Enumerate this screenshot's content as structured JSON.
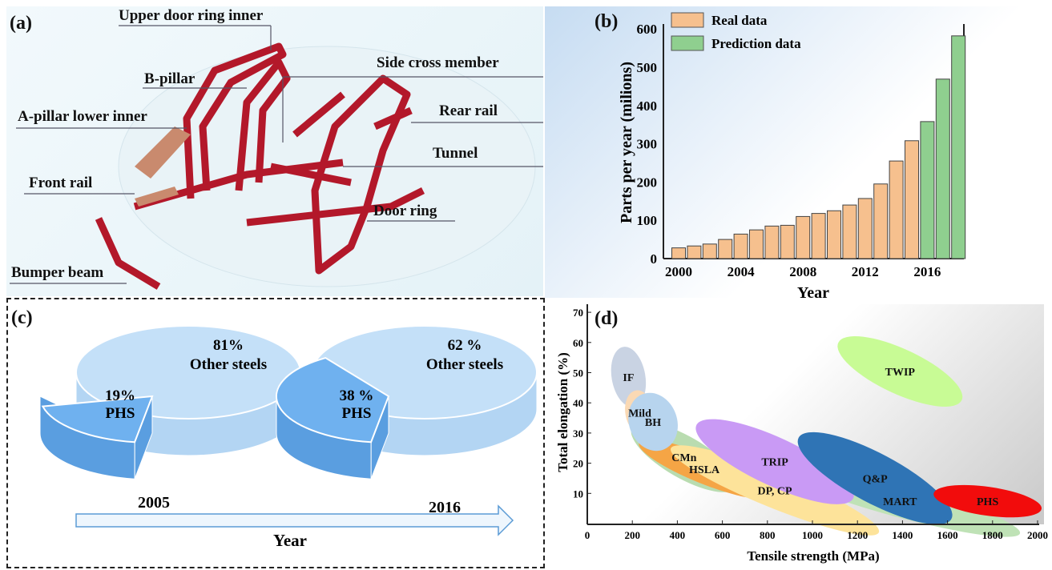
{
  "panel_a": {
    "tag": "(a)",
    "labels": [
      "Upper door ring inner",
      "B-pillar",
      "A-pillar lower inner",
      "Side cross member",
      "Rear rail",
      "Tunnel",
      "Front rail",
      "Door ring",
      "Bumper beam"
    ]
  },
  "chart_data": [
    {
      "type": "bar",
      "tag": "(b)",
      "xlabel": "Year",
      "ylabel": "Parts per year (milions)",
      "ylim": [
        0,
        600
      ],
      "yticks": [
        "0",
        "100",
        "200",
        "300",
        "400",
        "500",
        "600"
      ],
      "xticks": [
        "2000",
        "2004",
        "2008",
        "2012",
        "2016"
      ],
      "categories": [
        2000,
        2001,
        2002,
        2003,
        2004,
        2005,
        2006,
        2007,
        2008,
        2009,
        2010,
        2011,
        2012,
        2013,
        2014,
        2015,
        2016,
        2017,
        2018
      ],
      "values": [
        28,
        33,
        38,
        50,
        64,
        75,
        85,
        87,
        110,
        118,
        125,
        140,
        157,
        195,
        255,
        308,
        358,
        469,
        582
      ],
      "series_kind": [
        "real",
        "real",
        "real",
        "real",
        "real",
        "real",
        "real",
        "real",
        "real",
        "real",
        "real",
        "real",
        "real",
        "real",
        "real",
        "real",
        "prediction",
        "prediction",
        "prediction"
      ],
      "legend": [
        {
          "name": "Real data",
          "color": "#f6c08e"
        },
        {
          "name": "Prediction data",
          "color": "#8fcf8f"
        }
      ],
      "legend_position": "top-left"
    },
    {
      "type": "pie",
      "tag": "(c)",
      "pies": [
        {
          "year": "2005",
          "slices": [
            {
              "label": "PHS",
              "pct_label": "19%",
              "value": 19,
              "color": "#6fb1ef"
            },
            {
              "label": "Other steels",
              "pct_label": "81%",
              "value": 81,
              "color": "#c4e0f8"
            }
          ]
        },
        {
          "year": "2016",
          "slices": [
            {
              "label": "PHS",
              "pct_label": "38 %",
              "value": 38,
              "color": "#6fb1ef"
            },
            {
              "label": "Other steels",
              "pct_label": "62 %",
              "value": 62,
              "color": "#c4e0f8"
            }
          ]
        }
      ],
      "axis_label": "Year"
    },
    {
      "type": "scatter",
      "tag": "(d)",
      "xlabel": "Tensile strength (MPa)",
      "ylabel": "Total elongation (%)",
      "xlim": [
        0,
        2000
      ],
      "ylim": [
        0,
        70
      ],
      "xticks": [
        "0",
        "200",
        "400",
        "600",
        "800",
        "1000",
        "1200",
        "1400",
        "1600",
        "1800",
        "2000"
      ],
      "yticks": [
        "10",
        "20",
        "30",
        "40",
        "50",
        "60",
        "70"
      ],
      "regions": [
        {
          "name": "IF",
          "strength": 183,
          "elongation": 48.6,
          "color": "#c9d3e3"
        },
        {
          "name": "CMn",
          "strength": 430,
          "elongation": 22,
          "color": "#b9dcb0"
        },
        {
          "name": "HSLA",
          "strength": 520,
          "elongation": 18,
          "color": "#f5a545"
        },
        {
          "name": "DP, CP",
          "strength": 833,
          "elongation": 11,
          "color": "#fde39a"
        },
        {
          "name": "MART",
          "strength": 1389,
          "elongation": 7.4,
          "color": "#bfe2b6"
        },
        {
          "name": "Mild",
          "strength": 233,
          "elongation": 36.8,
          "color": "#fad9b4"
        },
        {
          "name": "BH",
          "strength": 292,
          "elongation": 33.7,
          "color": "#b7d4ee"
        },
        {
          "name": "TRIP",
          "strength": 833,
          "elongation": 20.5,
          "color": "#c99af5"
        },
        {
          "name": "Q&P",
          "strength": 1278,
          "elongation": 15,
          "color": "#2f74b5"
        },
        {
          "name": "PHS",
          "strength": 1778,
          "elongation": 7.4,
          "color": "#f20c0c"
        },
        {
          "name": "TWIP",
          "strength": 1389,
          "elongation": 50.4,
          "color": "#c8fb95"
        }
      ]
    }
  ]
}
